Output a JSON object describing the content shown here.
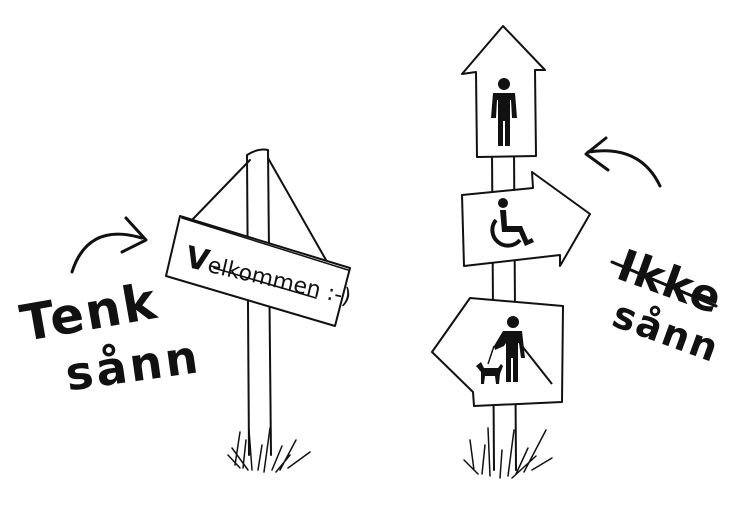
{
  "welcome_sign": {
    "text_first": "V",
    "text_rest": "elkommen :-)"
  },
  "labels": {
    "left_line1": "Tenk",
    "left_line2": "sånn",
    "right_line1": "Ikke",
    "right_line2": "sånn"
  },
  "colors": {
    "ink": "#111111",
    "paper": "#ffffff"
  },
  "icons": {
    "top_arrow": "person-icon",
    "middle_arrow": "wheelchair-icon",
    "bottom_arrow": "person-with-guide-dog-icon"
  }
}
